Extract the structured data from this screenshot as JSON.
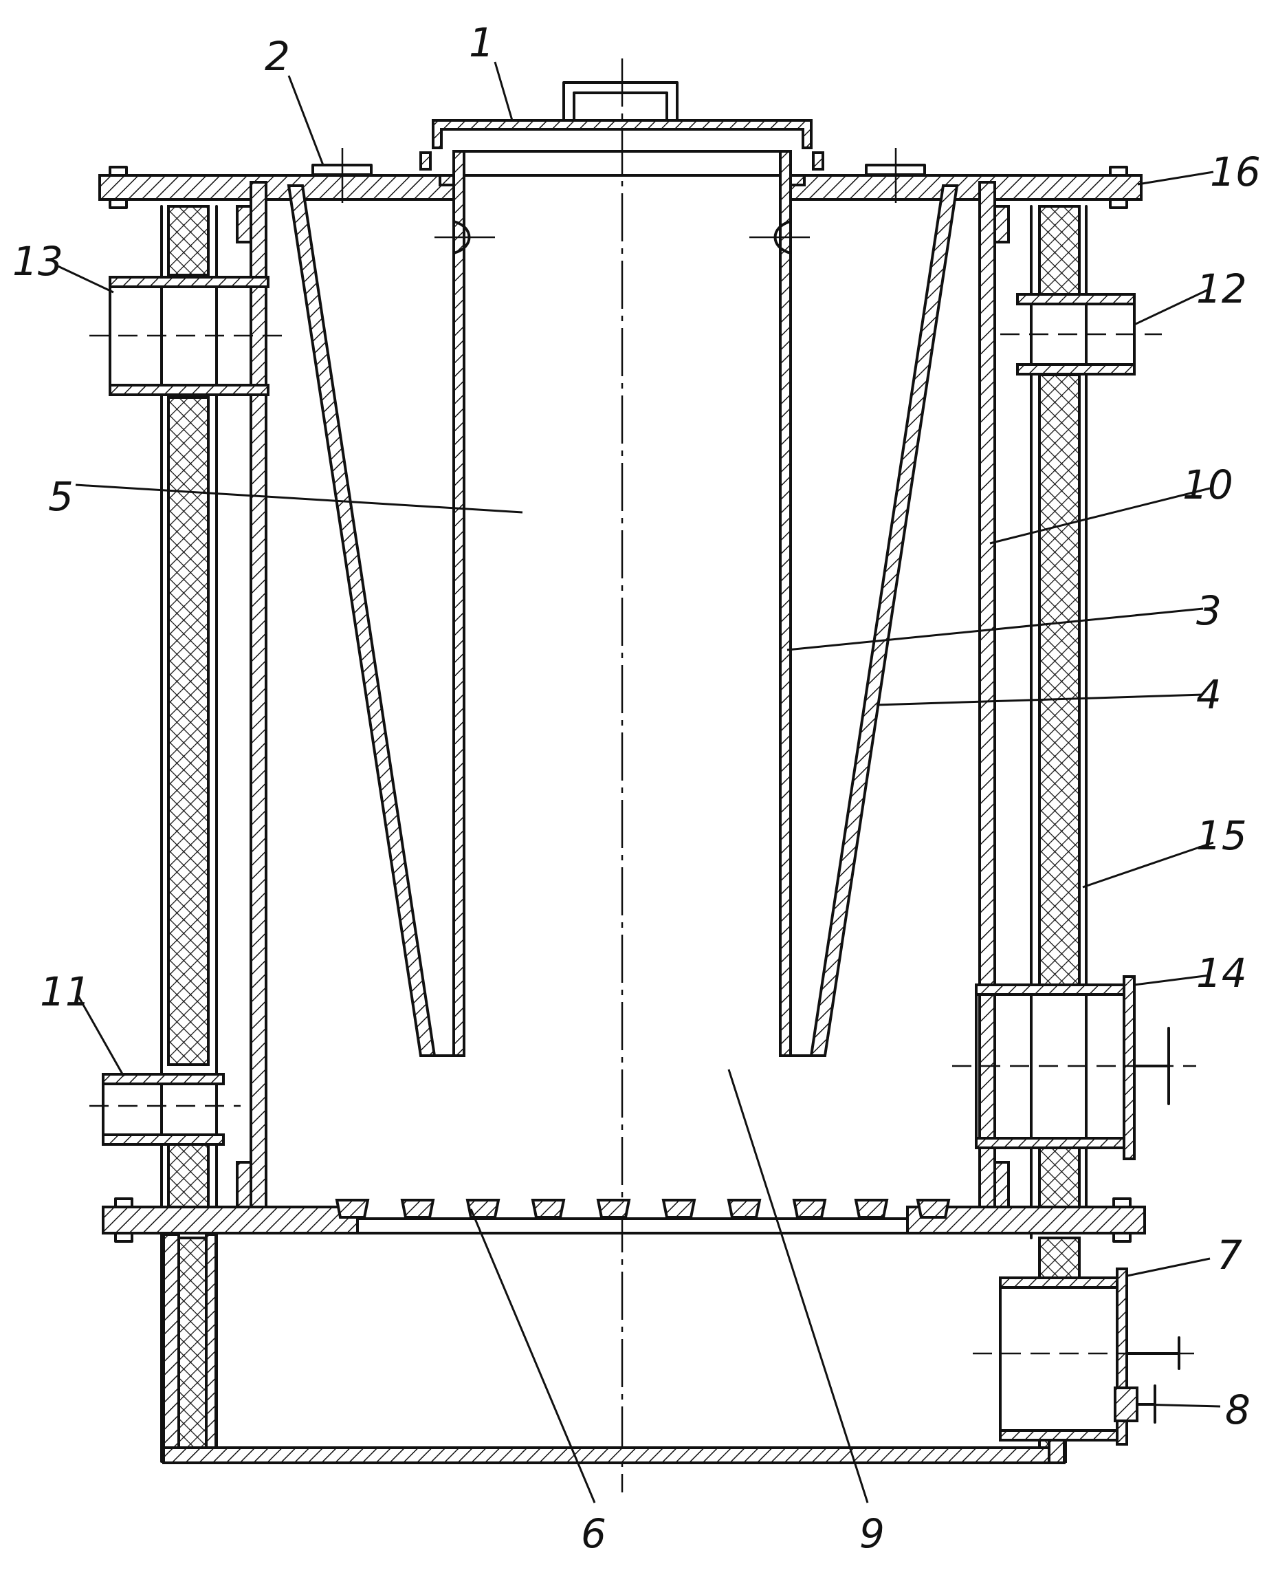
{
  "callouts": [
    {
      "id": "1",
      "text": "1"
    },
    {
      "id": "2",
      "text": "2"
    },
    {
      "id": "3",
      "text": "3"
    },
    {
      "id": "4",
      "text": "4"
    },
    {
      "id": "5",
      "text": "5"
    },
    {
      "id": "6",
      "text": "6"
    },
    {
      "id": "7",
      "text": "7"
    },
    {
      "id": "8",
      "text": "8"
    },
    {
      "id": "9",
      "text": "9"
    },
    {
      "id": "10",
      "text": "10"
    },
    {
      "id": "11",
      "text": "11"
    },
    {
      "id": "12",
      "text": "12"
    },
    {
      "id": "13",
      "text": "13"
    },
    {
      "id": "14",
      "text": "14"
    },
    {
      "id": "15",
      "text": "15"
    },
    {
      "id": "16",
      "text": "16"
    }
  ]
}
